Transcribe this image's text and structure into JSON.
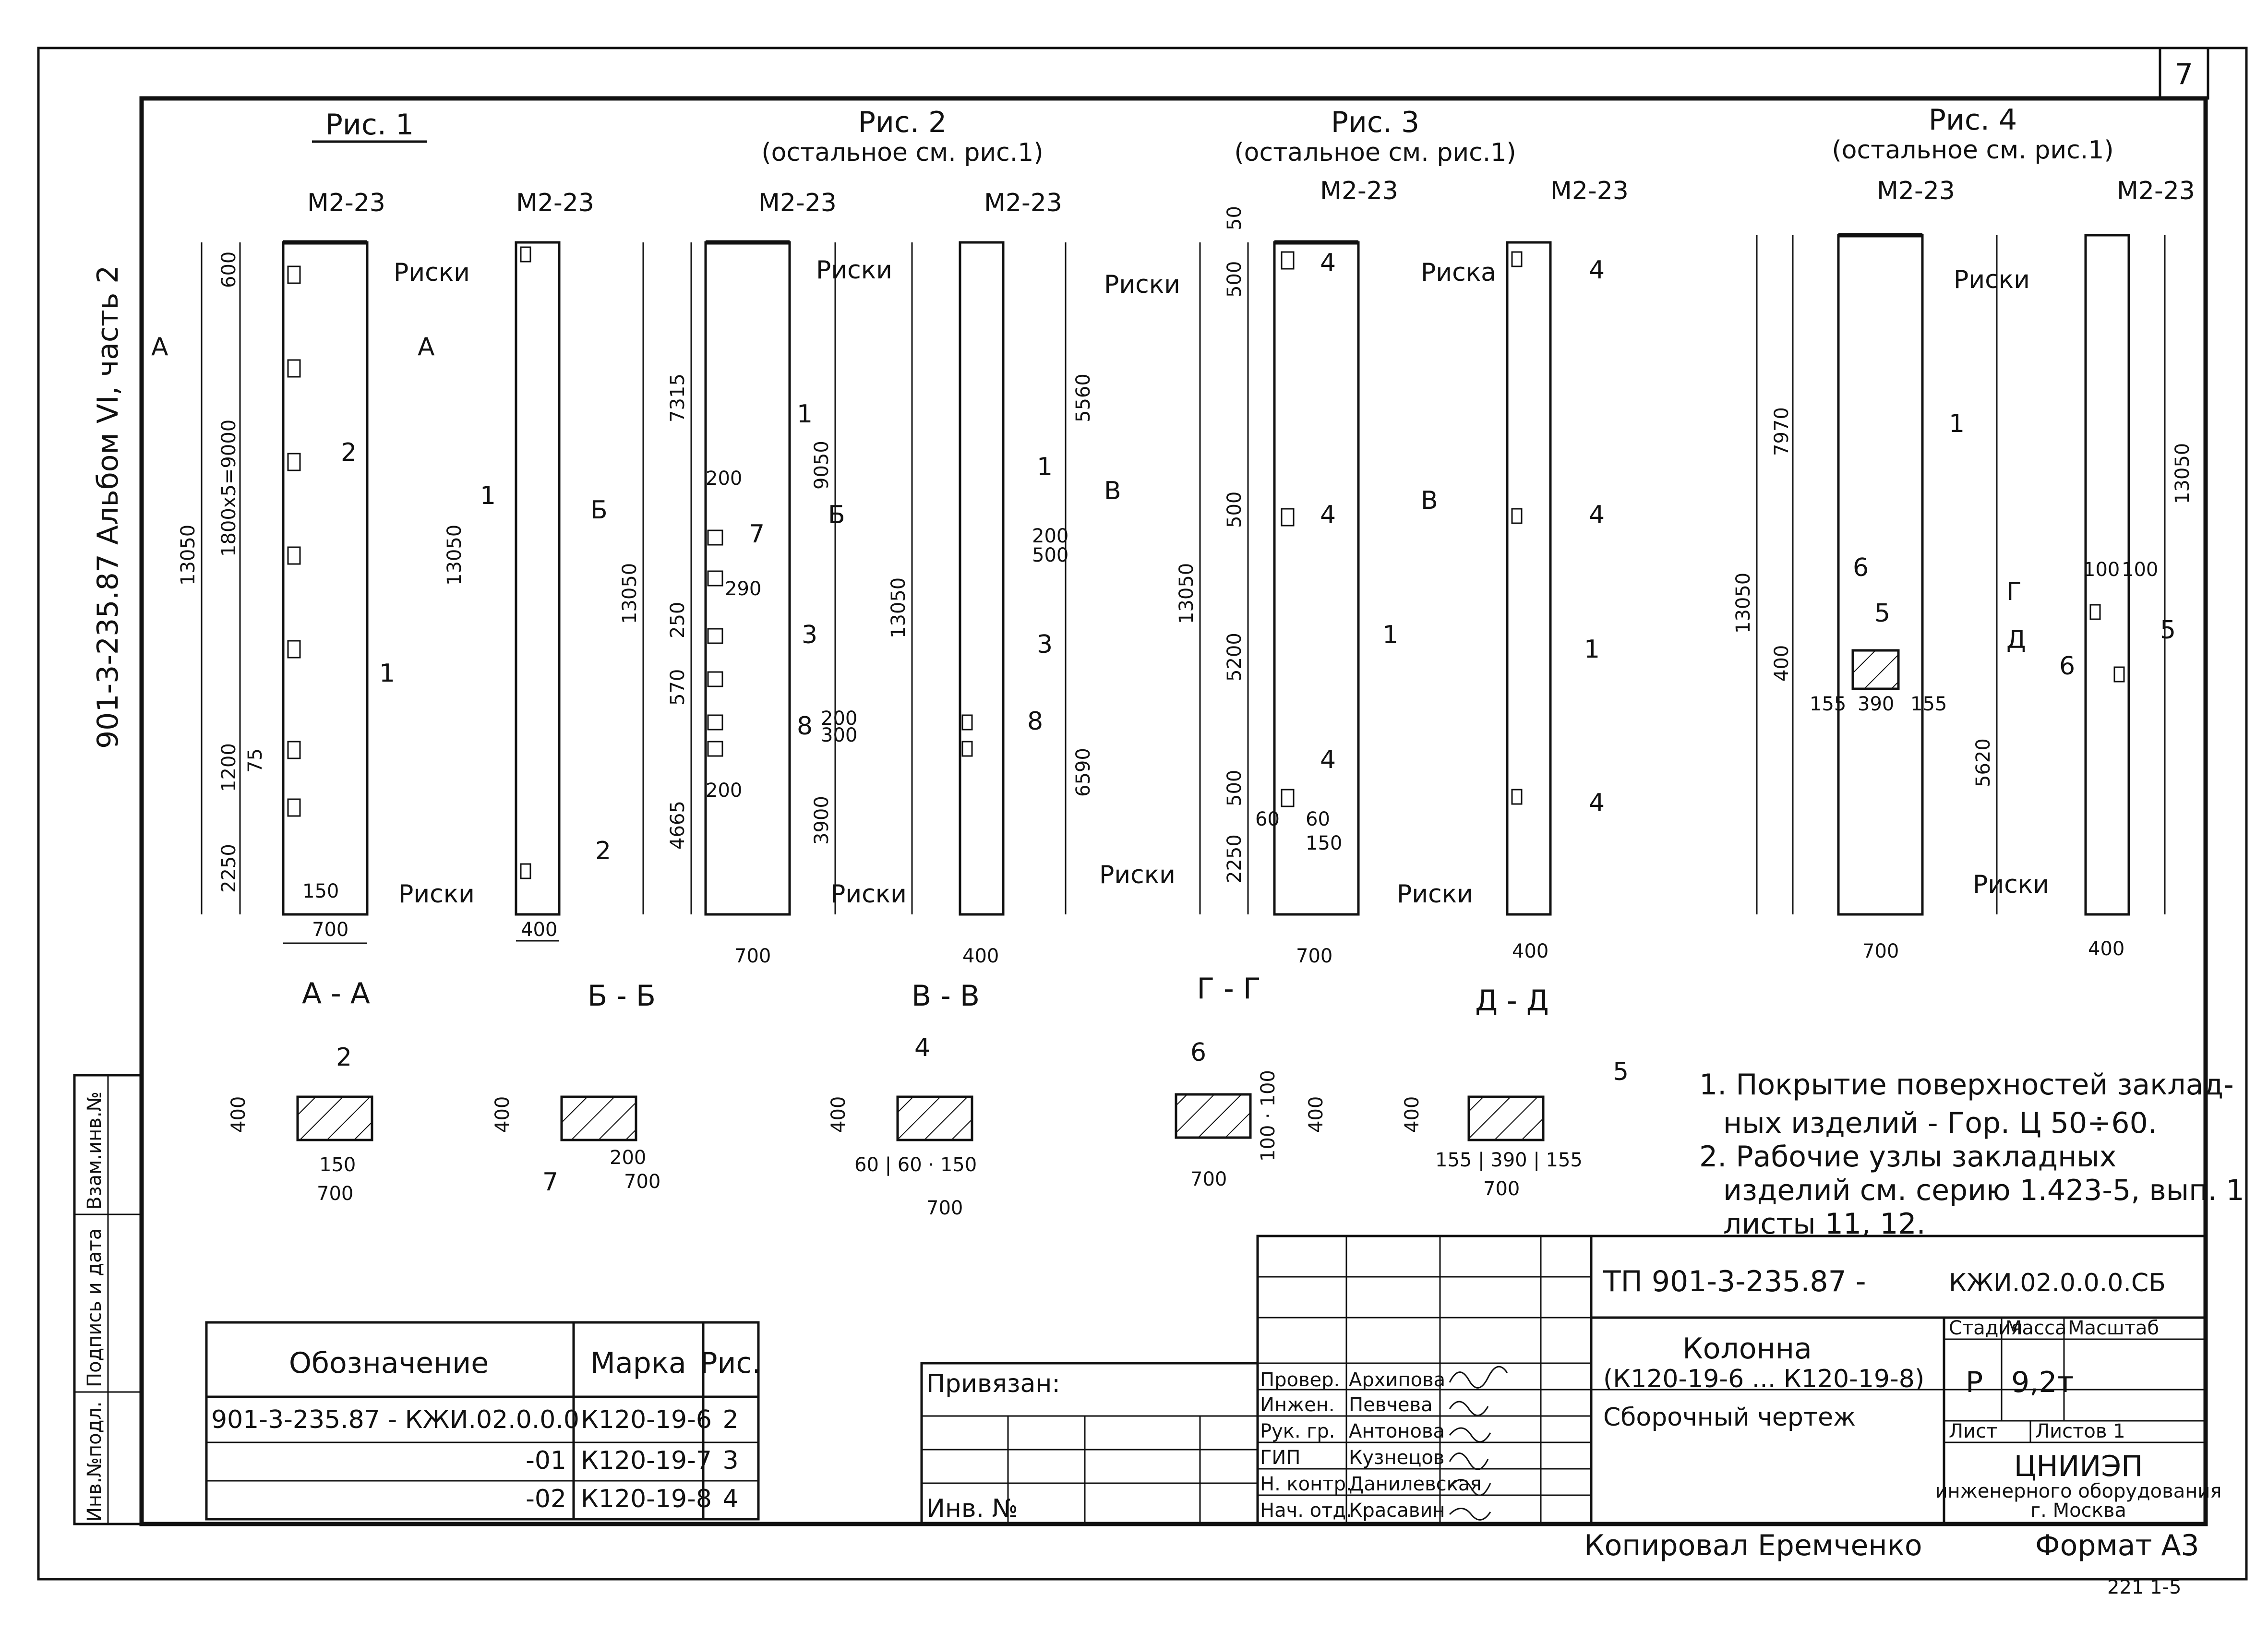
{
  "page_number": "7",
  "side_caption": "901-3-235.87  Альбом VI, часть 2",
  "stamp_column": [
    "Инв.№подл.",
    "Подпись и дата",
    "Взам.инв.№"
  ],
  "figures": [
    {
      "title": "Рис. 1",
      "subtitle": ""
    },
    {
      "title": "Рис. 2",
      "subtitle": "(остальное см. рис.1)"
    },
    {
      "title": "Рис. 3",
      "subtitle": "(остальное см. рис.1)"
    },
    {
      "title": "Рис. 4",
      "subtitle": "(остальное см. рис.1)"
    }
  ],
  "labels": {
    "embed": "М2-23",
    "marks": "Риски",
    "mark": "Риска",
    "view_a": "А",
    "view_b": "Б",
    "view_v": "В",
    "view_g": "Г",
    "view_d": "Д"
  },
  "dimensions": {
    "d13050": "13050",
    "d700": "700",
    "d400": "400",
    "d600": "600",
    "d1800x5": "1800x5=9000",
    "d1200": "1200",
    "d2250": "2250",
    "d150": "150",
    "d75": "75",
    "d7315": "7315",
    "d4665": "4665",
    "d9050": "9050",
    "d3900": "3900",
    "d5560": "5560",
    "d6590": "6590",
    "d200": "200",
    "d500": "500",
    "d250": "250",
    "d570": "570",
    "d290": "290",
    "d300": "300",
    "d50": "50",
    "d5200": "5200",
    "d60": "60",
    "d7970": "7970",
    "d5620": "5620",
    "d390": "390",
    "d155": "155",
    "d100": "100"
  },
  "positions": [
    "1",
    "2",
    "3",
    "4",
    "5",
    "6",
    "7",
    "8"
  ],
  "sections": [
    {
      "title": "А - А",
      "pos": "2",
      "h": "400",
      "w": "700",
      "extra": "150"
    },
    {
      "title": "Б - Б",
      "pos": "7",
      "h": "400",
      "w": "700",
      "extra": "200"
    },
    {
      "title": "В - В",
      "pos": "4",
      "h": "400",
      "w": "700",
      "extra": "60 | 60 · 150"
    },
    {
      "title": "Г - Г",
      "pos": "6",
      "h": "400",
      "w": "700",
      "extra": "100 · 100"
    },
    {
      "title": "Д - Д",
      "pos": "5",
      "h": "400",
      "w": "700",
      "extra": "155 | 390 | 155"
    }
  ],
  "notes": [
    "1. Покрытие поверхностей заклад-",
    "ных изделий - Гор. Ц 50÷60.",
    "2. Рабочие узлы закладных",
    "изделий см. серию 1.423-5, вып. 1",
    "листы 11, 12."
  ],
  "spec_table": {
    "headers": [
      "Обозначение",
      "Марка",
      "Рис."
    ],
    "rows": [
      [
        "901-3-235.87 - КЖИ.02.0.0.0",
        "К120-19-6",
        "2"
      ],
      [
        "-01",
        "К120-19-7",
        "3"
      ],
      [
        "-02",
        "К120-19-8",
        "4"
      ]
    ]
  },
  "title_block": {
    "privyazan": "Привязан:",
    "inv_no": "Инв. №",
    "project_code": "ТП 901-3-235.87 -",
    "doc_code": "КЖИ.02.0.0.0.СБ",
    "name_line1": "Колонна",
    "name_line2": "(К120-19-6 ... К120-19-8)",
    "name_line3": "Сборочный чертеж",
    "stage_h": "Стадия",
    "mass_h": "Масса",
    "scale_h": "Масштаб",
    "stage": "Р",
    "mass": "9,2т",
    "sheet_h": "Лист",
    "sheets_h": "Листов 1",
    "org1": "ЦНИИЭП",
    "org2": "инженерного оборудования",
    "org3": "г. Москва",
    "signers": [
      {
        "role": "Провер.",
        "name": "Архипова"
      },
      {
        "role": "Инжен.",
        "name": "Певчева"
      },
      {
        "role": "Рук. гр.",
        "name": "Антонова"
      },
      {
        "role": "ГИП",
        "name": "Кузнецов"
      },
      {
        "role": "Н. контр.",
        "name": "Данилевская"
      },
      {
        "role": "Нач. отд.",
        "name": "Красавин"
      }
    ]
  },
  "footer": {
    "copied": "Копировал Еремченко",
    "format": "Формат А3",
    "corner": "221 1-5"
  }
}
